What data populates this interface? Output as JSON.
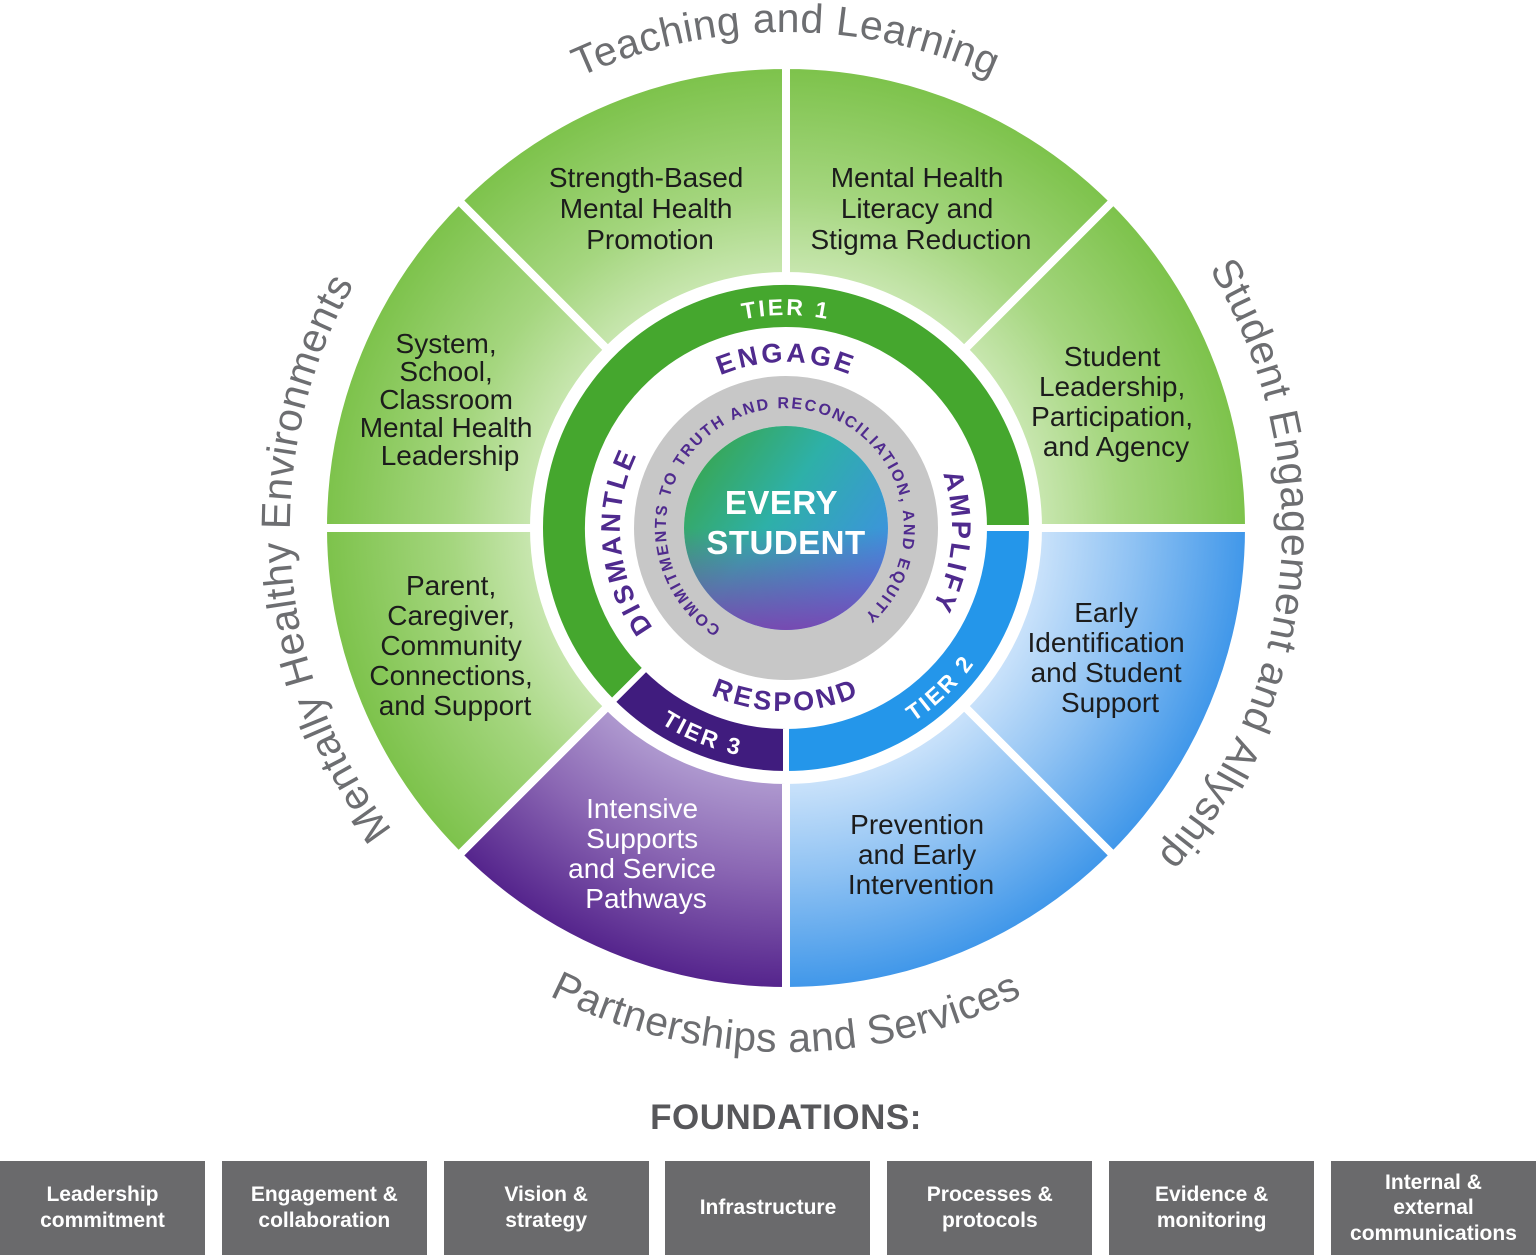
{
  "wheel": {
    "outer_labels": {
      "top": "Teaching and Learning",
      "right": "Student Engagement and Allyship",
      "bottom": "Partnerships and Services",
      "left": "Mentally Healthy Environments"
    },
    "segments": [
      {
        "id": "strength-based-mental-health-promotion",
        "color_family": "green",
        "lines": [
          "Strength-Based",
          "Mental Health",
          "Promotion"
        ]
      },
      {
        "id": "mental-health-literacy-and-stigma-reduction",
        "color_family": "green",
        "lines": [
          "Mental Health",
          "Literacy and",
          "Stigma Reduction"
        ]
      },
      {
        "id": "student-leadership-participation-and-agency",
        "color_family": "green",
        "lines": [
          "Student",
          "Leadership,",
          "Participation,",
          "and Agency"
        ]
      },
      {
        "id": "early-identification-and-student-support",
        "color_family": "blue",
        "lines": [
          "Early",
          "Identification",
          "and Student",
          "Support"
        ]
      },
      {
        "id": "prevention-and-early-intervention",
        "color_family": "blue",
        "lines": [
          "Prevention",
          "and Early",
          "Intervention"
        ]
      },
      {
        "id": "intensive-supports-and-service-pathways",
        "color_family": "purple",
        "lines": [
          "Intensive",
          "Supports",
          "and Service",
          "Pathways"
        ]
      },
      {
        "id": "parent-caregiver-community-connections-and-support",
        "color_family": "green",
        "lines": [
          "Parent,",
          "Caregiver,",
          "Community",
          "Connections,",
          "and Support"
        ]
      },
      {
        "id": "system-school-classroom-mental-health-leadership",
        "color_family": "green",
        "lines": [
          "System,",
          "School,",
          "Classroom",
          "Mental Health",
          "Leadership"
        ]
      }
    ],
    "tiers": {
      "tier1": "TIER 1",
      "tier2": "TIER 2",
      "tier3": "TIER 3"
    },
    "actions": {
      "top": "ENGAGE",
      "right": "AMPLIFY",
      "bottom": "RESPOND",
      "left": "DISMANTLE"
    },
    "commitments_ring": "COMMITMENTS TO TRUTH AND RECONCILIATION, AND EQUITY",
    "center": {
      "line1": "EVERY",
      "line2": "STUDENT"
    }
  },
  "foundations": {
    "heading": "FOUNDATIONS:",
    "items": [
      {
        "label": "Leadership\ncommitment"
      },
      {
        "label": "Engagement &\ncollaboration"
      },
      {
        "label": "Vision &\nstrategy"
      },
      {
        "label": "Infrastructure"
      },
      {
        "label": "Processes &\nprotocols"
      },
      {
        "label": "Evidence &\nmonitoring"
      },
      {
        "label": "Internal &\nexternal\ncommunications"
      }
    ]
  },
  "colors": {
    "green_outer": "#7cc24a",
    "green_inner": "#d2ebbd",
    "blue_outer": "#3e96e9",
    "blue_inner": "#d8eafc",
    "purple_outer": "#53228b",
    "purple_inner": "#b7a5d6",
    "tier1_green": "#45a72e",
    "tier2_blue": "#2496ea",
    "tier3_purple": "#401c7e",
    "gray_ring": "#c7c7c7",
    "purple_text": "#4f2a8e",
    "gray_label_text": "#6d6e71",
    "foundation_box_gray": "#6a6a6c",
    "center_gradient": [
      "#3ba439",
      "#2eb0a8",
      "#3e8fe5",
      "#7a46b0"
    ]
  }
}
